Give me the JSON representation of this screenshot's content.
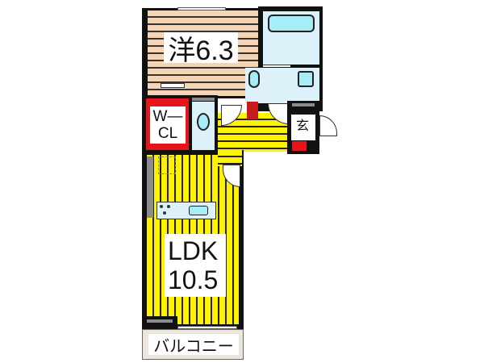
{
  "floorplan": {
    "rooms": {
      "western_room": {
        "label": "洋6.3",
        "type": "Western-style room",
        "size_jo": "6.3"
      },
      "walk_in_closet": {
        "label_line1": "W―",
        "label_line2": "CL",
        "type": "Walk-in closet"
      },
      "ldk": {
        "label_line1": "LDK",
        "label_line2": "10.5",
        "type": "Living Dining Kitchen",
        "size_jo": "10.5"
      },
      "entrance": {
        "label": "玄",
        "type": "Entrance"
      },
      "balcony": {
        "label": "バルコニー",
        "type": "Balcony"
      },
      "bathroom": {
        "type": "Bathroom"
      },
      "washroom": {
        "type": "Wash room"
      },
      "toilet": {
        "type": "Toilet"
      }
    },
    "colors": {
      "wall": "#111111",
      "western_floor": "#f6d3b2",
      "ldk_floor": "#fff200",
      "wet_area": "#ddf1fb",
      "fixture": "#a8ecf7",
      "closet_accent": "#e8141b",
      "storage_bar": "#8c8c8c",
      "balcony_floor": "#ece6dc"
    }
  }
}
